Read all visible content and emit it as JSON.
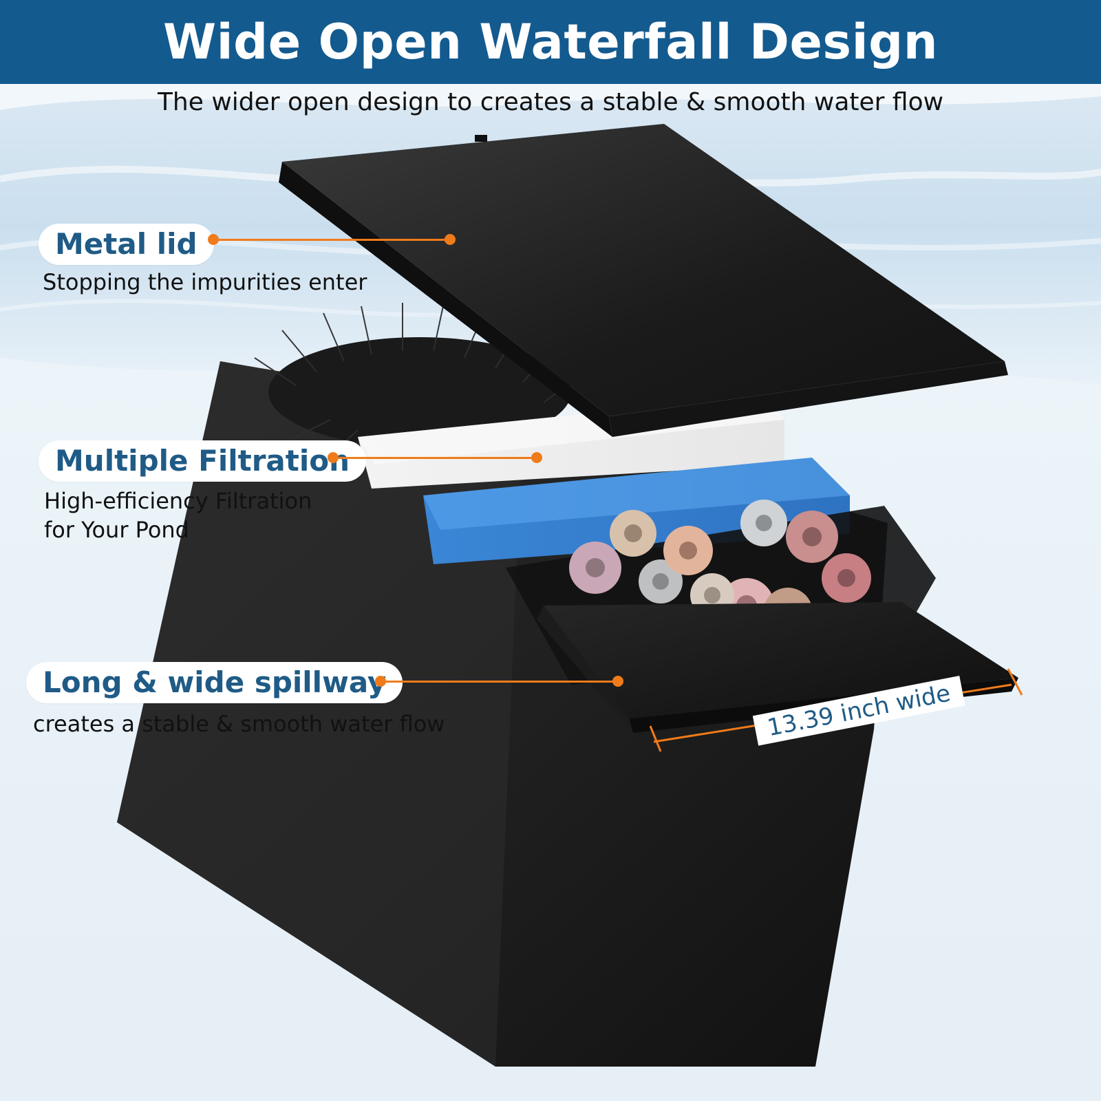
{
  "header": {
    "title": "Wide Open Waterfall Design",
    "subtitle": "The wider open design to creates a stable & smooth water flow"
  },
  "callouts": [
    {
      "label": "Metal lid",
      "description": "Stopping the impurities enter",
      "label_icon": "orange-dot-icon"
    },
    {
      "label": "Multiple Filtration",
      "description_lines": [
        "High-efficiency Filtration",
        "for Your Pond"
      ],
      "label_icon": "orange-dot-icon"
    },
    {
      "label": "Long & wide spillway",
      "description": "creates a stable & smooth water flow",
      "label_icon": "orange-dot-icon"
    }
  ],
  "dimension_label": "13.39 inch wide",
  "colors": {
    "brand_blue": "#135a8f",
    "accent_orange": "#f07b1a"
  }
}
